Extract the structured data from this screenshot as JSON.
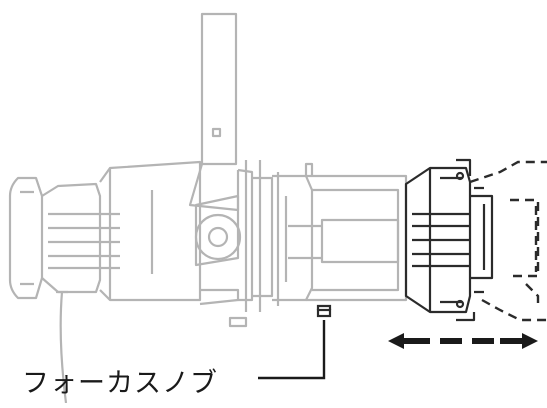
{
  "diagram": {
    "callout_label": "フォーカスノブ",
    "colors": {
      "faded_body": "#b4b4b4",
      "highlight": "#2b2b2b",
      "background": "#ffffff"
    },
    "parts": [
      "fixture-body",
      "yoke",
      "focus-knob",
      "lens-tube-front",
      "lens-extended-position",
      "travel-arrow"
    ]
  }
}
